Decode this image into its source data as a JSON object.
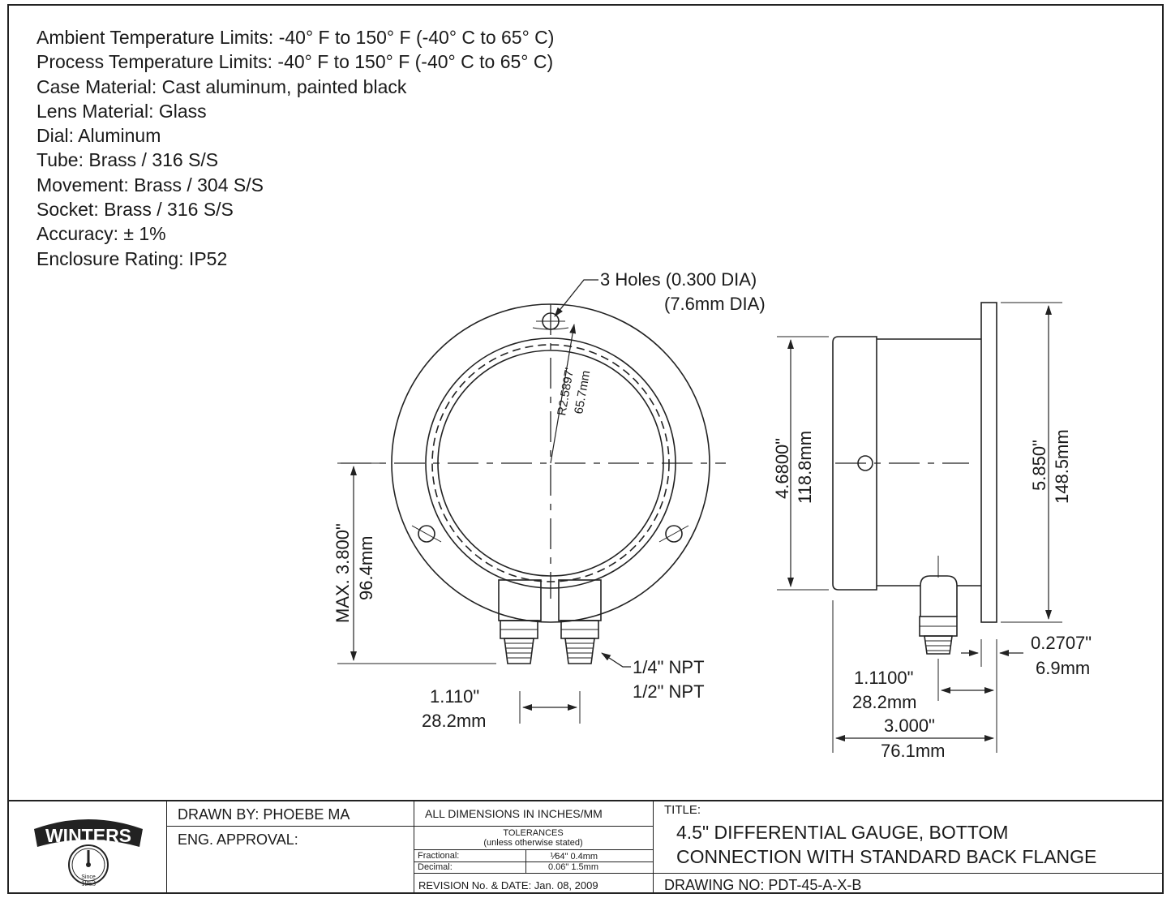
{
  "specs": [
    "Ambient Temperature Limits: -40° F to 150° F (-40° C to 65° C)",
    "Process Temperature Limits: -40° F to 150° F (-40° C to 65° C)",
    "Case Material: Cast aluminum, painted black",
    "Lens Material: Glass",
    "Dial: Aluminum",
    "Tube: Brass / 316 S/S",
    "Movement: Brass / 304 S/S",
    "Socket: Brass / 316 S/S",
    "Accuracy: ± 1%",
    "Enclosure Rating: IP52"
  ],
  "front_view": {
    "holes_label_1": "3 Holes (0.300 DIA)",
    "holes_label_2": "(7.6mm DIA)",
    "radius_in": "R2.5897'",
    "radius_mm": "65.7mm",
    "max_height_in": "MAX. 3.800\"",
    "max_height_mm": "96.4mm",
    "connection_spacing_in": "1.110\"",
    "connection_spacing_mm": "28.2mm",
    "npt_1": "1/4\" NPT",
    "npt_2": "1/2\" NPT"
  },
  "side_view": {
    "case_height_in": "4.6800\"",
    "case_height_mm": "118.8mm",
    "flange_height_in": "5.850\"",
    "flange_height_mm": "148.5mm",
    "flange_thickness_in": "0.2707\"",
    "flange_thickness_mm": "6.9mm",
    "connection_offset_in": "1.1100\"",
    "connection_offset_mm": "28.2mm",
    "overall_depth_in": "3.000\"",
    "overall_depth_mm": "76.1mm"
  },
  "title_block": {
    "logo_text": "WINTERS",
    "logo_since": "Since",
    "logo_year": "1953",
    "drawn_by": "DRAWN BY: PHOEBE MA",
    "eng_approval": "ENG. APPROVAL:",
    "dimensions_note": "ALL DIMENSIONS IN INCHES/MM",
    "tolerances": "TOLERANCES",
    "tolerances_note": "(unless otherwise stated)",
    "fractional_label": "Fractional:",
    "fractional_value": "⅟64\" 0.4mm",
    "decimal_label": "Decimal:",
    "decimal_value": "0.06\" 1.5mm",
    "revision": "REVISION No. & DATE:  Jan. 08, 2009",
    "title_label": "TITLE:",
    "title_line_1": "4.5\" DIFFERENTIAL GAUGE, BOTTOM",
    "title_line_2": "CONNECTION WITH STANDARD BACK FLANGE",
    "drawing_no": "DRAWING NO: PDT-45-A-X-B"
  }
}
